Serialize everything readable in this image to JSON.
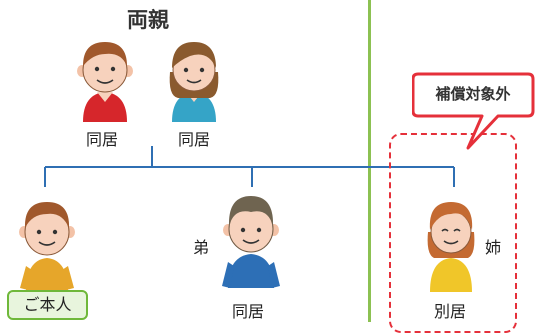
{
  "parents": {
    "title": "両親",
    "father_status": "同居",
    "mother_status": "同居"
  },
  "children": {
    "self_label": "ご本人",
    "brother_label": "弟",
    "brother_status": "同居",
    "sister_label": "姉",
    "sister_status": "別居"
  },
  "callout": {
    "text": "補償対象外"
  },
  "colors": {
    "tree_line": "#2f6fb3",
    "divider": "#8cc152",
    "exclude_dash": "#e5303a",
    "self_badge_border": "#6fb83a",
    "self_badge_fill": "#e8f5dd"
  }
}
